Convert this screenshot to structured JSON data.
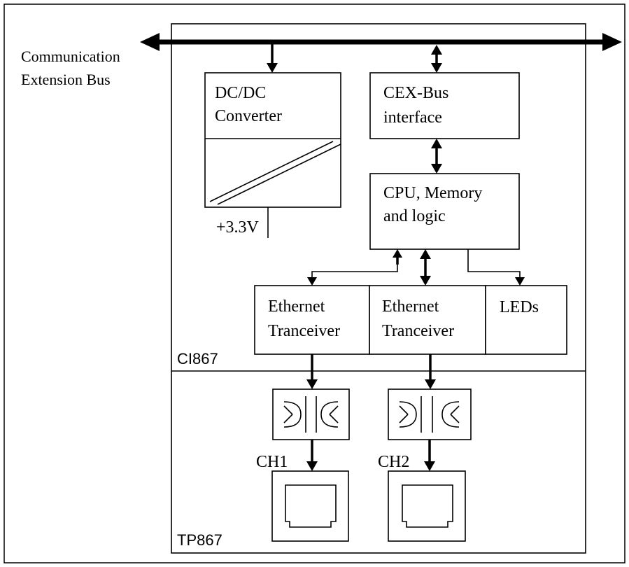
{
  "bus": {
    "label_line1": "Communication",
    "label_line2": "Extension Bus"
  },
  "dcdc": {
    "line1": "DC/DC",
    "line2": "Converter",
    "output": "+3.3V"
  },
  "cex": {
    "line1": "CEX-Bus",
    "line2": "interface"
  },
  "cpu": {
    "line1": "CPU, Memory",
    "line2": "and logic"
  },
  "eth1": {
    "line1": "Ethernet",
    "line2": "Tranceiver"
  },
  "eth2": {
    "line1": "Ethernet",
    "line2": "Tranceiver"
  },
  "leds": {
    "label": "LEDs"
  },
  "modules": {
    "upper": "CI867",
    "lower": "TP867"
  },
  "channels": {
    "ch1": "CH1",
    "ch2": "CH2"
  }
}
